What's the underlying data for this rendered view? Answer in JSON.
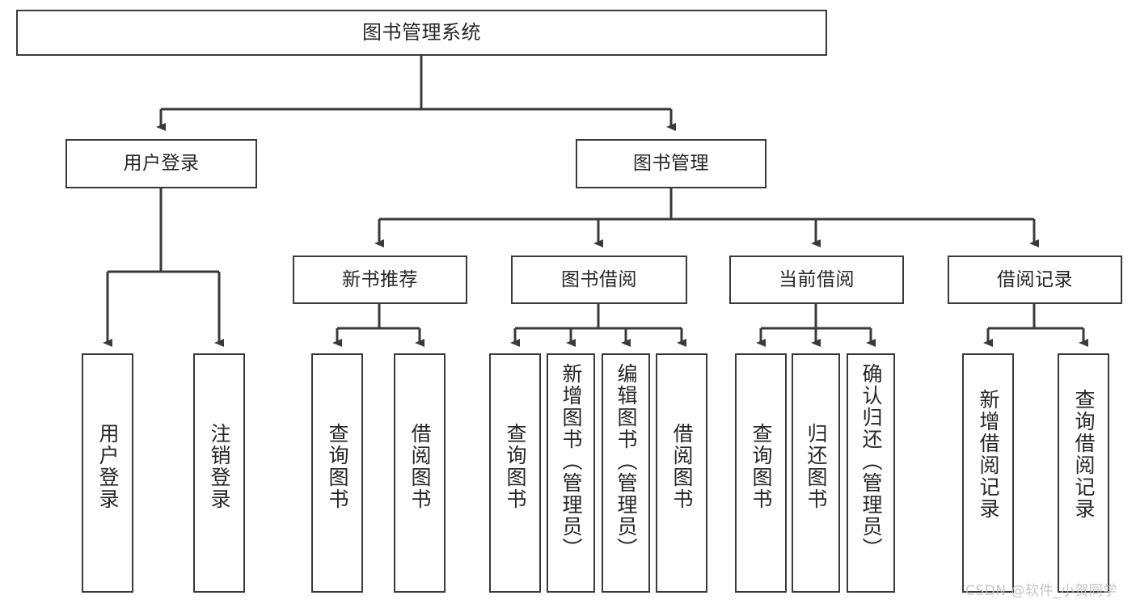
{
  "diagram": {
    "type": "tree-hierarchy",
    "title": "图书管理系统",
    "root": {
      "id": "root",
      "label": "图书管理系统"
    },
    "level2": [
      {
        "id": "user-login",
        "label": "用户登录"
      },
      {
        "id": "book-management",
        "label": "图书管理"
      }
    ],
    "level3": [
      {
        "id": "new-book-recommend",
        "label": "新书推荐"
      },
      {
        "id": "book-borrow",
        "label": "图书借阅"
      },
      {
        "id": "current-borrow",
        "label": "当前借阅"
      },
      {
        "id": "borrow-record",
        "label": "借阅记录"
      }
    ],
    "leaves": [
      {
        "id": "leaf-user-login",
        "label": "用户登录",
        "parent": "user-login"
      },
      {
        "id": "leaf-logout-login",
        "label": "注销登录",
        "parent": "user-login"
      },
      {
        "id": "leaf-query-book-1",
        "label": "查询图书",
        "parent": "new-book-recommend"
      },
      {
        "id": "leaf-borrow-book-1",
        "label": "借阅图书",
        "parent": "new-book-recommend"
      },
      {
        "id": "leaf-query-book-2",
        "label": "查询图书",
        "parent": "book-borrow"
      },
      {
        "id": "leaf-add-book",
        "label": "新增图书（管理员）",
        "parent": "book-borrow"
      },
      {
        "id": "leaf-edit-book",
        "label": "编辑图书（管理员）",
        "parent": "book-borrow"
      },
      {
        "id": "leaf-borrow-book-2",
        "label": "借阅图书",
        "parent": "book-borrow"
      },
      {
        "id": "leaf-query-book-3",
        "label": "查询图书",
        "parent": "current-borrow"
      },
      {
        "id": "leaf-return-book",
        "label": "归还图书",
        "parent": "current-borrow"
      },
      {
        "id": "leaf-confirm-return",
        "label": "确认归还（管理员）",
        "parent": "current-borrow"
      },
      {
        "id": "leaf-add-borrow-record",
        "label": "新增借阅记录",
        "parent": "borrow-record"
      },
      {
        "id": "leaf-query-borrow-record",
        "label": "查询借阅记录",
        "parent": "borrow-record"
      }
    ],
    "colors": {
      "stroke": "#3a3a3a",
      "text": "#262626",
      "background": "#ffffff",
      "watermark": "#c2c2c2"
    }
  },
  "watermark": {
    "text": "CSDN @软件_小贺同学"
  }
}
